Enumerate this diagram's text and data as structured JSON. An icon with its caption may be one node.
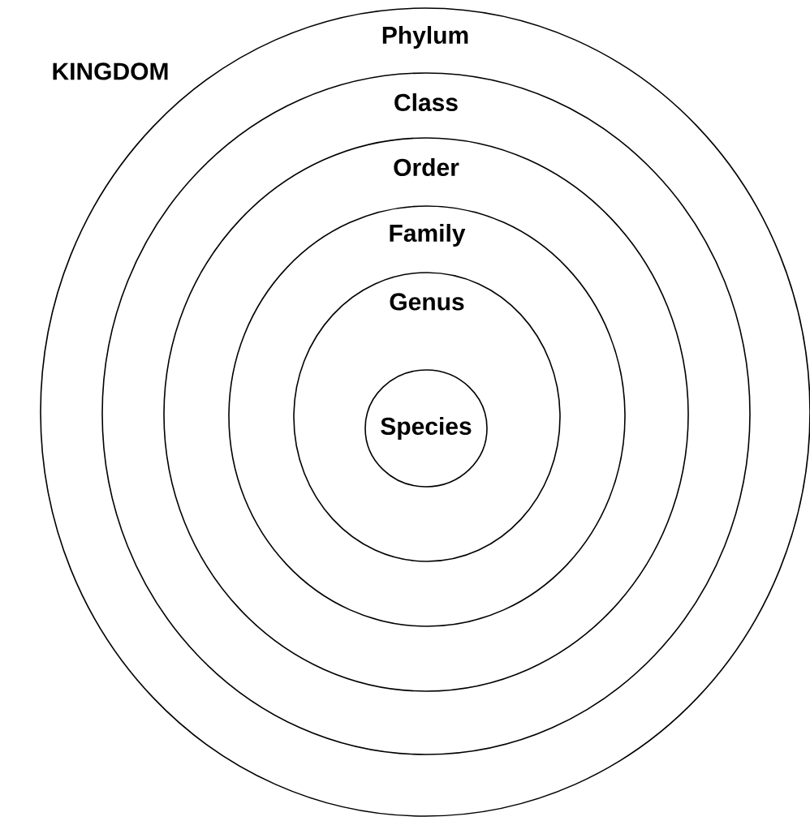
{
  "diagram": {
    "nodes": [
      {
        "text": [
          "Phylum"
        ]
      },
      {
        "text": [
          "Class"
        ],
        "in": 0
      },
      {
        "text": [
          "Order"
        ],
        "in": 1
      },
      {
        "text": [
          "Family"
        ],
        "in": 2
      },
      {
        "text": [
          "Genus"
        ],
        "in": 3
      },
      {
        "text": [
          "Species"
        ],
        "in": 4
      }
    ],
    "labels": [
      "KINGDOM"
    ]
  }
}
